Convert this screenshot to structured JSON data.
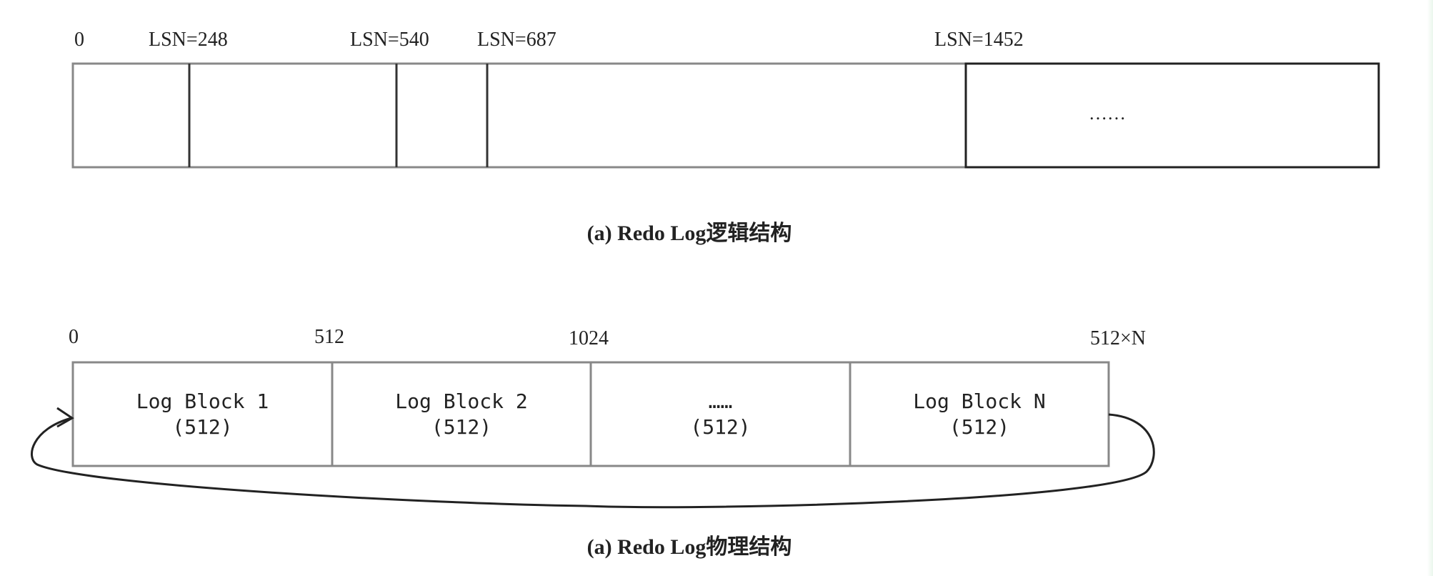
{
  "logical": {
    "caption": "(a) Redo Log逻辑结构",
    "markers": [
      "0",
      "LSN=248",
      "LSN=540",
      "LSN=687",
      "LSN=1452"
    ],
    "ellipsis": "……"
  },
  "physical": {
    "caption": "(a) Redo Log物理结构",
    "offsets": [
      "0",
      "512",
      "1024",
      "512×N"
    ],
    "blocks": [
      {
        "name": "Log Block 1",
        "size": "(512)"
      },
      {
        "name": "Log Block 2",
        "size": "(512)"
      },
      {
        "name": "……",
        "size": "(512)"
      },
      {
        "name": "Log Block N",
        "size": "(512)"
      }
    ]
  }
}
